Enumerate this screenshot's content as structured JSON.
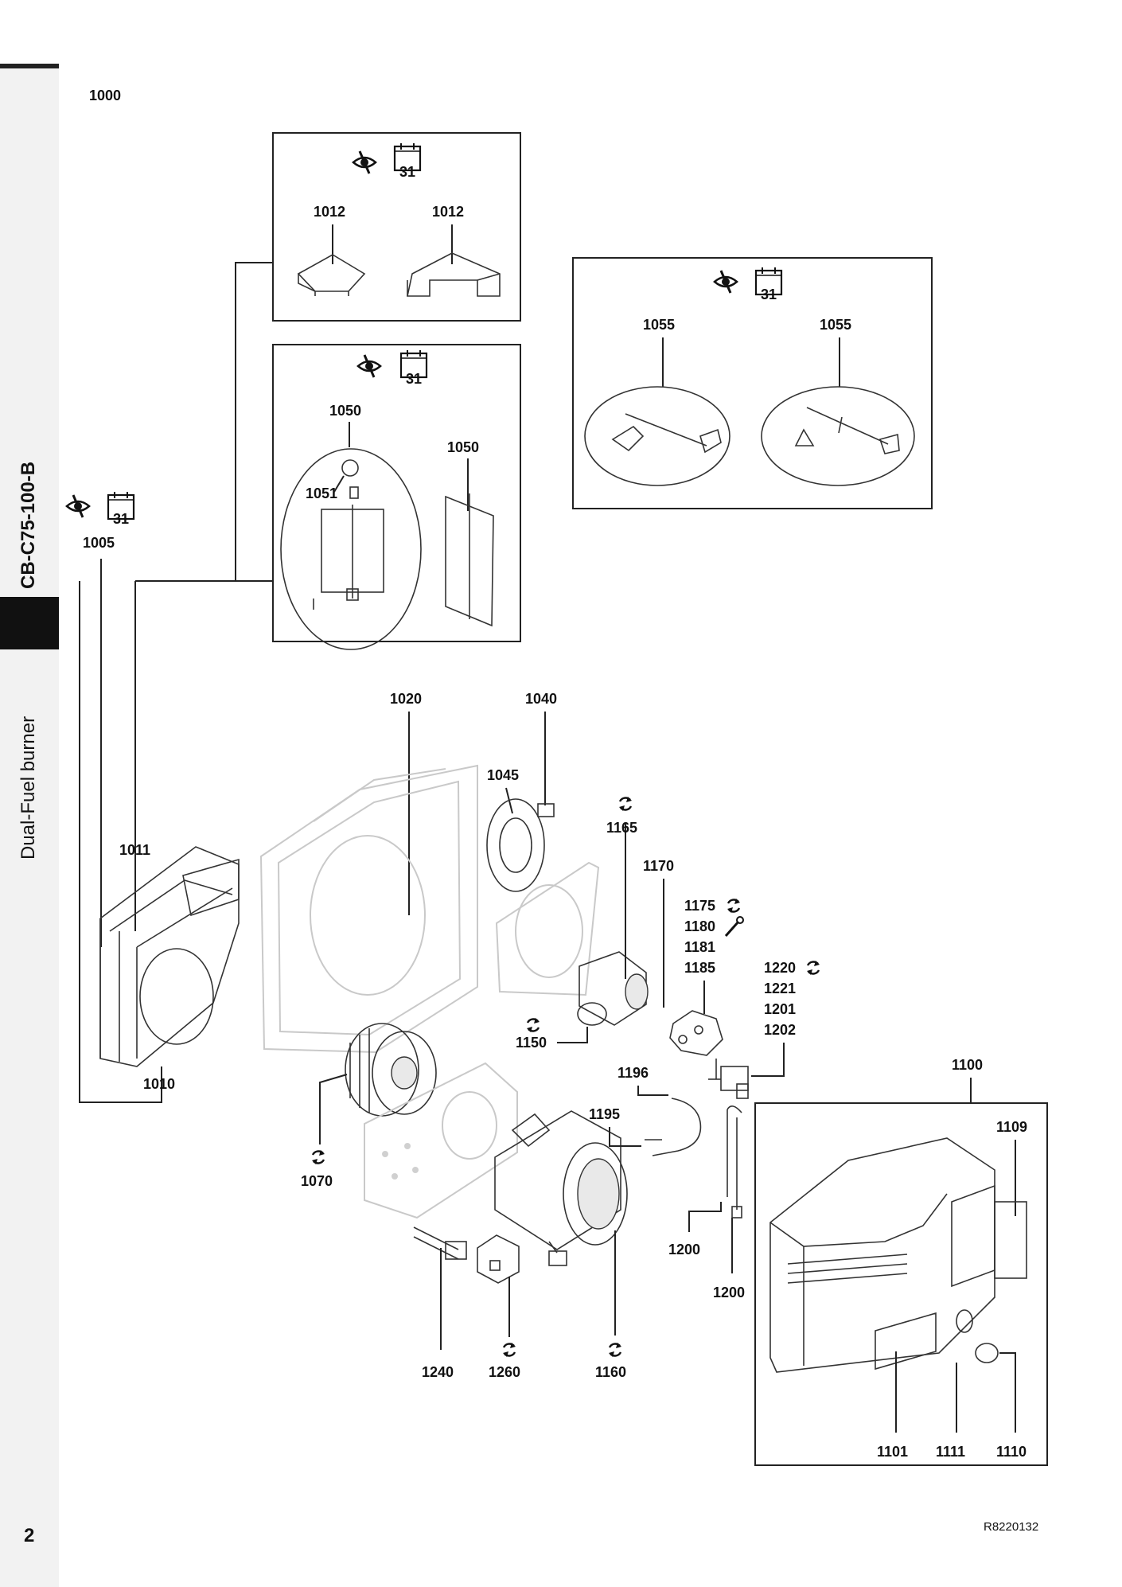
{
  "sidebar": {
    "model": "CB-C75-100-B",
    "product": "Dual-Fuel burner"
  },
  "page_number": "2",
  "reference": "R8220132",
  "main_label": "1000",
  "icons": {
    "inspection_icon": "eye-icon",
    "calendar_icon": "calendar-icon",
    "calendar_number": "31",
    "replace_icon": "circular-arrows-icon",
    "wrench_icon": "wrench-icon"
  },
  "callouts": {
    "1012a": "1012",
    "1012b": "1012",
    "1055a": "1055",
    "1055b": "1055",
    "1050a": "1050",
    "1050b": "1050",
    "1051": "1051",
    "1005": "1005",
    "1020": "1020",
    "1040": "1040",
    "1045": "1045",
    "1165": "1165",
    "1170": "1170",
    "1175": "1175",
    "1180": "1180",
    "1181": "1181",
    "1185": "1185",
    "1220": "1220",
    "1221": "1221",
    "1201": "1201",
    "1202": "1202",
    "1011": "1011",
    "1150": "1150",
    "1196": "1196",
    "1100": "1100",
    "1109": "1109",
    "1010": "1010",
    "1195": "1195",
    "1070": "1070",
    "1200a": "1200",
    "1200b": "1200",
    "1240": "1240",
    "1260": "1260",
    "1160": "1160",
    "1101": "1101",
    "1111": "1111",
    "1110": "1110"
  }
}
